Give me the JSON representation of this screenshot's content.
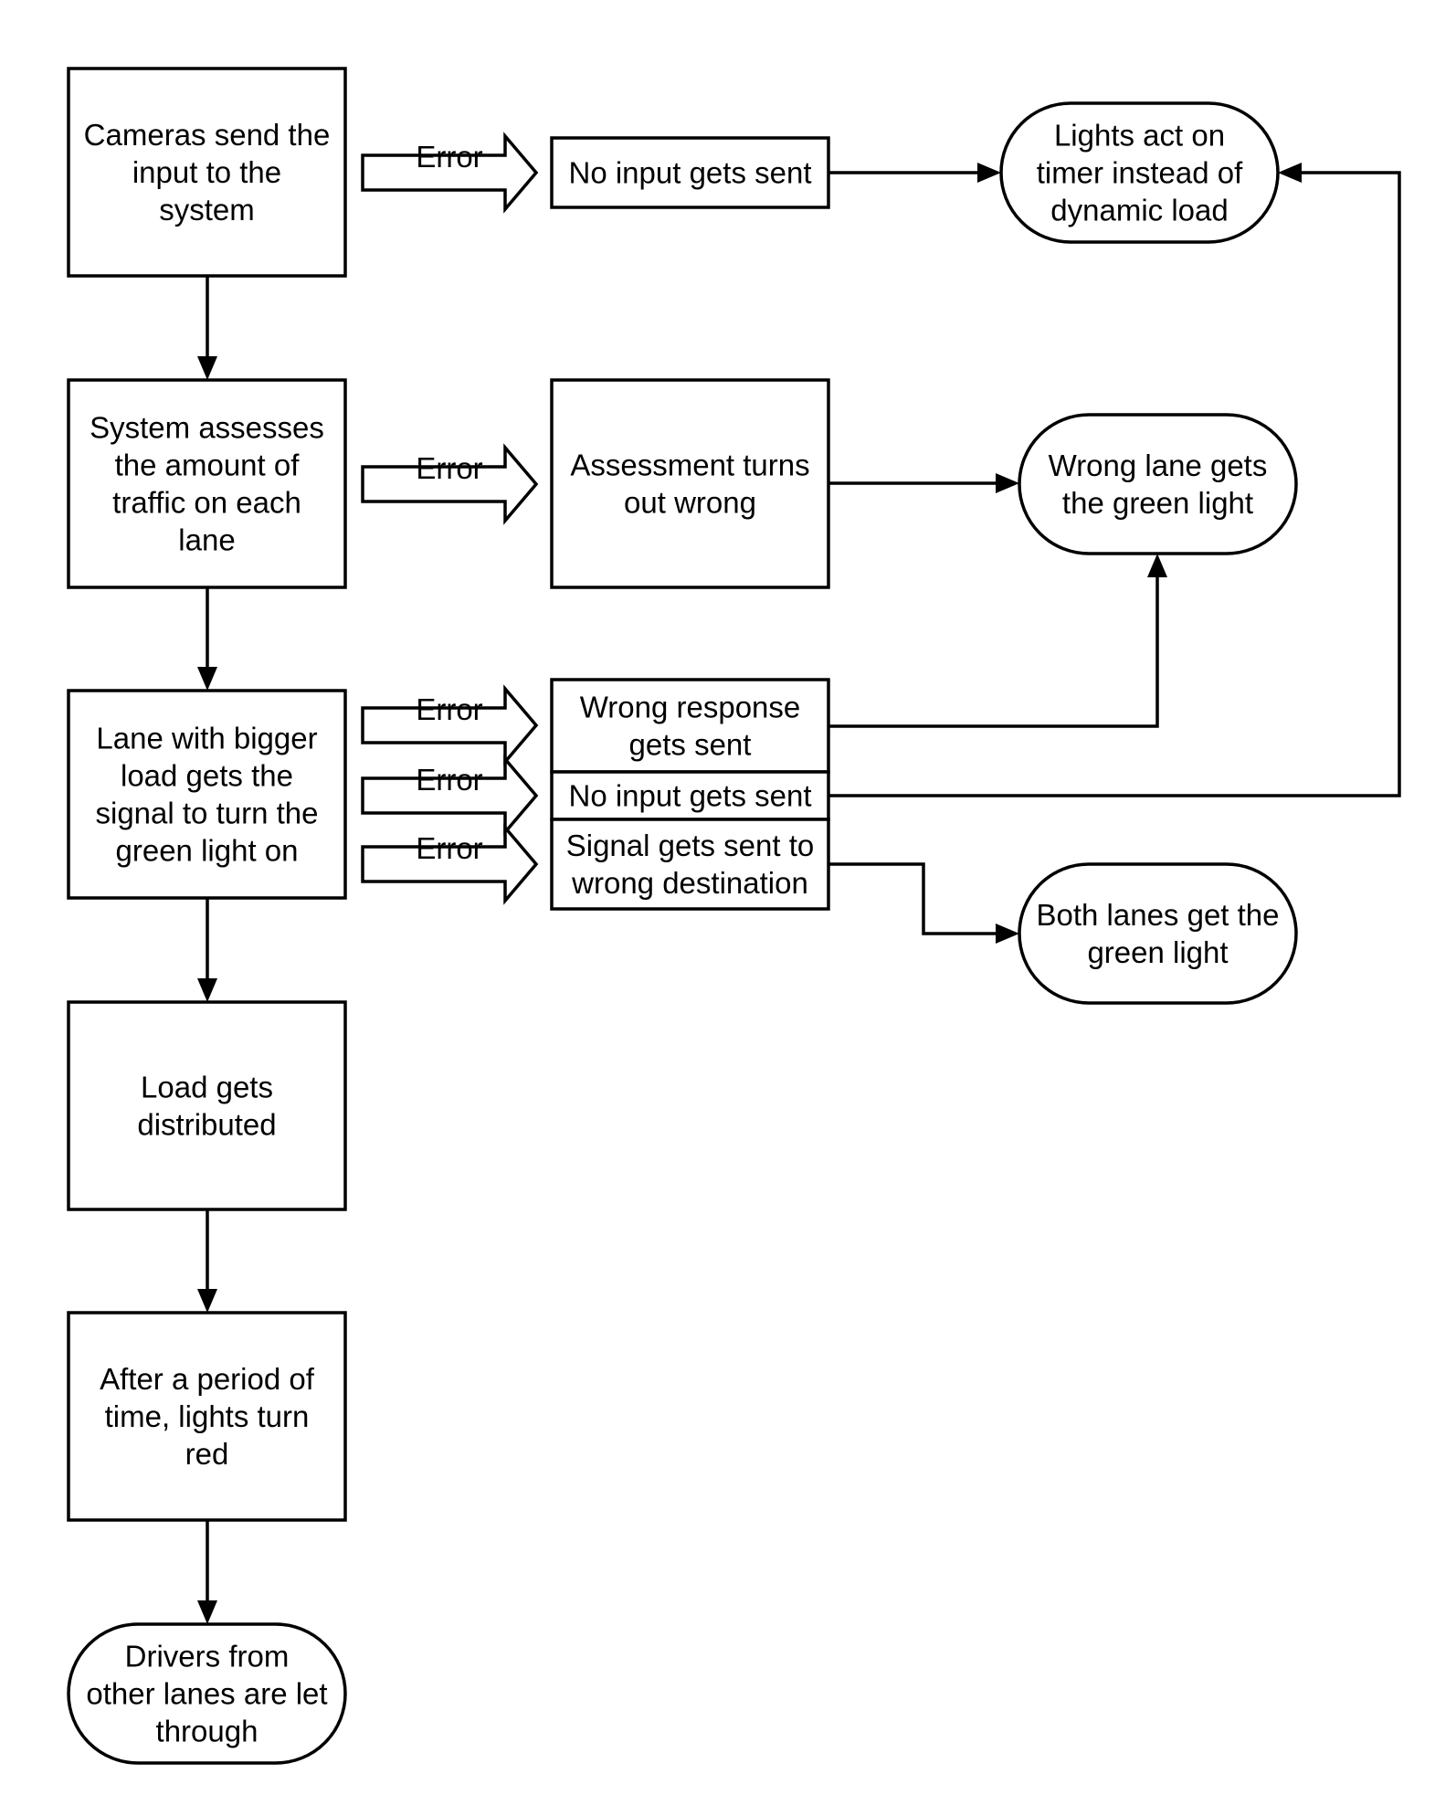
{
  "nodes": [
    {
      "id": "cameras",
      "shape": "rect",
      "lines": [
        "Cameras send the",
        "input to the",
        "system"
      ]
    },
    {
      "id": "assess",
      "shape": "rect",
      "lines": [
        "System assesses",
        "the amount of",
        "traffic on each",
        "lane"
      ]
    },
    {
      "id": "lane-bigger",
      "shape": "rect",
      "lines": [
        "Lane with bigger",
        "load gets the",
        "signal to turn the",
        "green light on"
      ]
    },
    {
      "id": "load-distributed",
      "shape": "rect",
      "lines": [
        "Load gets",
        "distributed"
      ]
    },
    {
      "id": "lights-red",
      "shape": "rect",
      "lines": [
        "After a period of",
        "time, lights turn",
        "red"
      ]
    },
    {
      "id": "drivers",
      "shape": "terminal",
      "lines": [
        "Drivers from",
        "other lanes are let",
        "through"
      ]
    },
    {
      "id": "no-input-1",
      "shape": "rect",
      "lines": [
        "No input gets sent"
      ]
    },
    {
      "id": "assess-wrong",
      "shape": "rect",
      "lines": [
        "Assessment turns",
        "out wrong"
      ]
    },
    {
      "id": "wrong-response",
      "shape": "rect",
      "lines": [
        "Wrong response",
        "gets sent"
      ]
    },
    {
      "id": "no-input-2",
      "shape": "rect",
      "lines": [
        "No input gets sent"
      ]
    },
    {
      "id": "wrong-destination",
      "shape": "rect",
      "lines": [
        "Signal gets sent to",
        "wrong destination"
      ]
    },
    {
      "id": "timer",
      "shape": "terminal",
      "lines": [
        "Lights act on",
        "timer instead of",
        "dynamic load"
      ]
    },
    {
      "id": "wrong-lane",
      "shape": "terminal",
      "lines": [
        "Wrong lane gets",
        "the green light"
      ]
    },
    {
      "id": "both-lanes",
      "shape": "terminal",
      "lines": [
        "Both lanes get the",
        "green light"
      ]
    }
  ],
  "error_arrows": [
    {
      "id": "err-1",
      "label": "Error",
      "from": "cameras",
      "to": "no-input-1"
    },
    {
      "id": "err-2",
      "label": "Error",
      "from": "assess",
      "to": "assess-wrong"
    },
    {
      "id": "err-3",
      "label": "Error",
      "from": "lane-bigger",
      "to": "wrong-response"
    },
    {
      "id": "err-4",
      "label": "Error",
      "from": "lane-bigger",
      "to": "no-input-2"
    },
    {
      "id": "err-5",
      "label": "Error",
      "from": "lane-bigger",
      "to": "wrong-destination"
    }
  ],
  "edges": [
    {
      "from": "cameras",
      "to": "assess"
    },
    {
      "from": "assess",
      "to": "lane-bigger"
    },
    {
      "from": "lane-bigger",
      "to": "load-distributed"
    },
    {
      "from": "load-distributed",
      "to": "lights-red"
    },
    {
      "from": "lights-red",
      "to": "drivers"
    },
    {
      "from": "no-input-1",
      "to": "timer"
    },
    {
      "from": "assess-wrong",
      "to": "wrong-lane"
    },
    {
      "from": "wrong-response",
      "to": "wrong-lane"
    },
    {
      "from": "no-input-2",
      "to": "timer"
    },
    {
      "from": "wrong-destination",
      "to": "both-lanes"
    }
  ]
}
